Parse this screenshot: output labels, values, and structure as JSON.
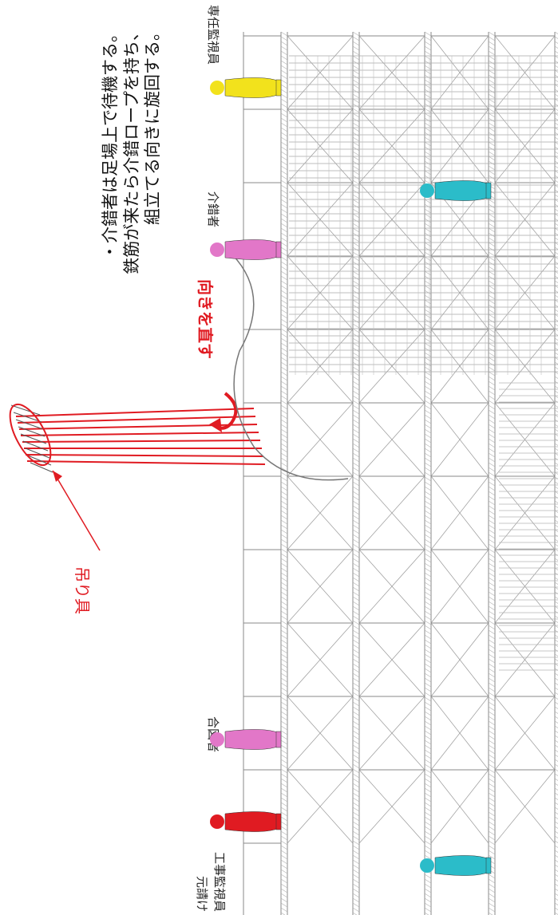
{
  "notes": [
    "・介錯者は足場上で待機する。",
    "鉄筋が来たら介錯ロープを持ち、",
    "組立てる向きに旋回する。"
  ],
  "labels": {
    "sekinin": "専任監視員",
    "kaishaku": "介錯者",
    "aizu": "合図者",
    "motouke_1": "元請け",
    "motouke_2": "工事監視員",
    "tsurigu": "吊り具",
    "muki": "向きを直す"
  },
  "colors": {
    "accent_red": "#e01b22",
    "worker_yellow": "#f2e21c",
    "worker_pink": "#e277c8",
    "worker_cyan": "#2bbcc9",
    "worker_red": "#e01b22",
    "scaffold": "#8a8a8a"
  }
}
